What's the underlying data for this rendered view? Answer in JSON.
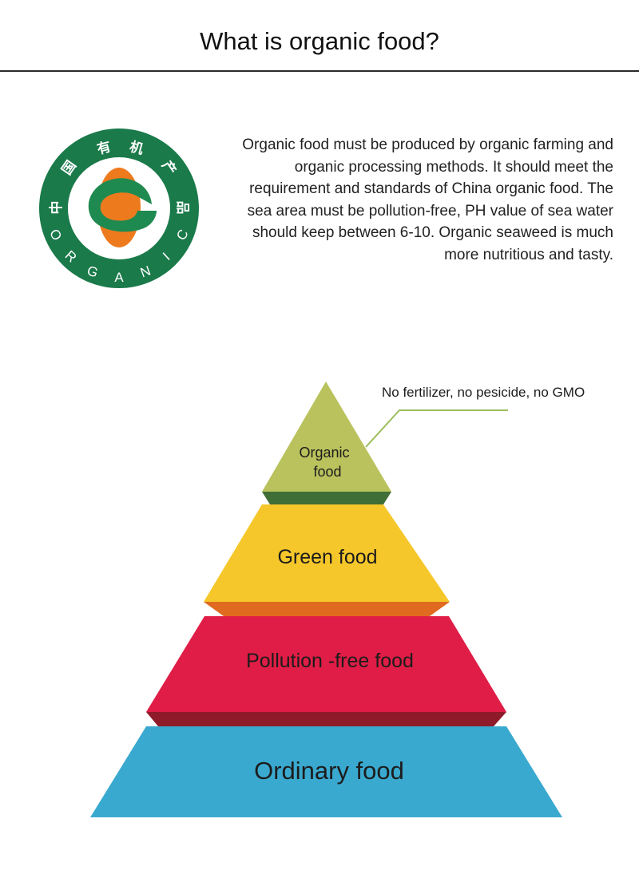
{
  "header": {
    "title": "What is organic food?"
  },
  "logo": {
    "cn_text": [
      "中",
      "国",
      "有",
      "机",
      "产",
      "品"
    ],
    "en_letters": [
      "O",
      "R",
      "G",
      "A",
      "N",
      "I",
      "C"
    ],
    "colors": {
      "ring": "#1a7a4a",
      "inner": "#ffffff",
      "swoosh": "#1f8a50",
      "seed": "#ee7a1e"
    }
  },
  "description": {
    "text": "Organic food must be produced by organic farming and organic processing methods. It should meet the requirement and standards of China organic food. The sea area must be pollution-free, PH value of sea water should keep between 6-10. Organic seaweed is much more nutritious and tasty."
  },
  "pyramid": {
    "annotation": "No fertilizer, no pesicide, no GMO",
    "tiers": [
      {
        "label_lines": [
          "Organic",
          "food"
        ],
        "color": "#b9c25c",
        "edge": "#3f6e36"
      },
      {
        "label": "Green food",
        "color": "#f5c72a",
        "edge": "#e06a20"
      },
      {
        "label": "Pollution -free food",
        "color": "#e01d46",
        "edge": "#8f1a2a"
      },
      {
        "label": "Ordinary food",
        "color": "#3aa9cf"
      }
    ]
  }
}
